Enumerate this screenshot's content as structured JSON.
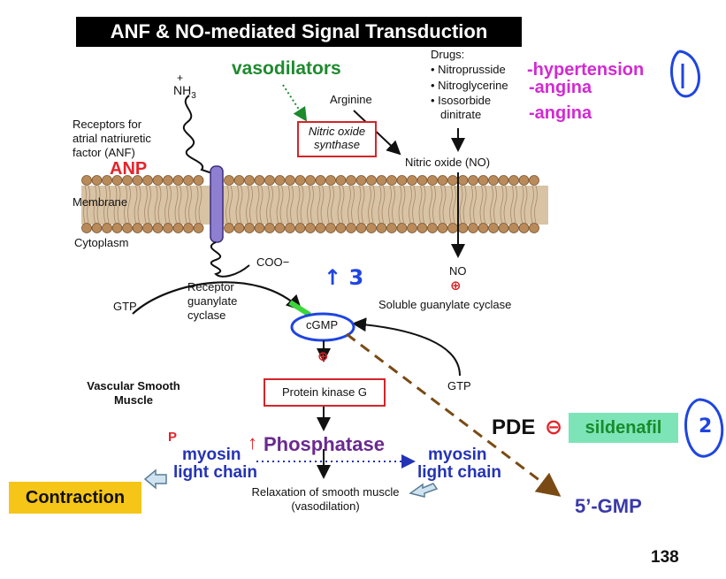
{
  "title": "ANF & NO-mediated Signal Transduction",
  "labels": {
    "vasodilators": "vasodilators",
    "nh3": "NH",
    "nh3_sub": "3",
    "nh3_plus": "+",
    "receptors_for_anf": [
      "Receptors for",
      "atrial natriuretic",
      "factor (ANF)"
    ],
    "anp": "ANP",
    "membrane": "Membrane",
    "cytoplasm": "Cytoplasm",
    "coo": "COO−",
    "gtp_left": "GTP",
    "receptor_gc": [
      "Receptor",
      "guanylate",
      "cyclase"
    ],
    "arginine": "Arginine",
    "nos": [
      "Nitric oxide",
      "synthase"
    ],
    "nitric_oxide_no": "Nitric oxide (NO)",
    "no": "NO",
    "plus": "⊕",
    "soluble_gc": "Soluble guanylate cyclase",
    "cgmp": "cGMP",
    "gtp_right": "GTP",
    "vascular_smooth_muscle": [
      "Vascular Smooth",
      "Muscle"
    ],
    "protein_kinase_g": "Protein kinase G",
    "p": "P",
    "myosin_left": [
      "myosin",
      "light chain"
    ],
    "up_arrow": "↑",
    "phosphatase": "Phosphatase",
    "myosin_right": [
      "myosin",
      "light chain"
    ],
    "relaxation": [
      "Relaxation of smooth muscle",
      "(vasodilation)"
    ],
    "contraction": "Contraction",
    "pde": "PDE",
    "minus": "⊖",
    "sildenafil": "sildenafil",
    "gmp": "5’-GMP",
    "page_number": "138"
  },
  "drugs": {
    "heading": "Drugs:",
    "items": [
      "• Nitroprusside",
      "• Nitroglycerine",
      "• Isosorbide",
      "dinitrate"
    ],
    "indications": [
      "-hypertension",
      "-angina",
      "-angina"
    ]
  },
  "annotations": {
    "circle_one": "1",
    "up_three": "↑ 3",
    "circle_two": "2"
  },
  "colors": {
    "membrane_bead": "#b98a5a",
    "membrane_tail": "#d8c3a5",
    "receptor": "#8f7fd0",
    "box_border": "#d3252a",
    "handwriting": "#1f45e0",
    "pde_arrow": "#7a4a14",
    "contraction_bg": "#f5c518",
    "sildenafil_bg": "#7de4b8"
  }
}
